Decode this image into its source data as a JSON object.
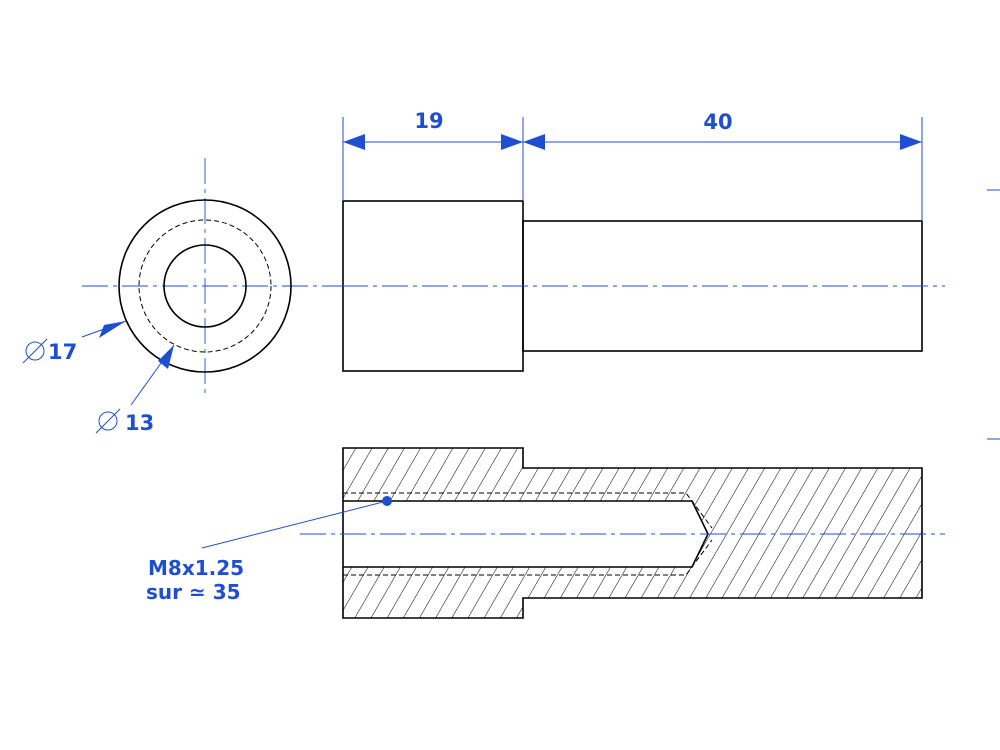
{
  "colors": {
    "annotation": "#1f4fd1",
    "object": "#000000",
    "background": "#ffffff"
  },
  "dimensions": {
    "length_head": "19",
    "length_shaft": "40"
  },
  "diameters": {
    "outer": "17",
    "inner": "13",
    "symbol": "diameter-symbol"
  },
  "thread_note": {
    "line1": "M8x1.25",
    "line2": "sur ≃ 35"
  }
}
